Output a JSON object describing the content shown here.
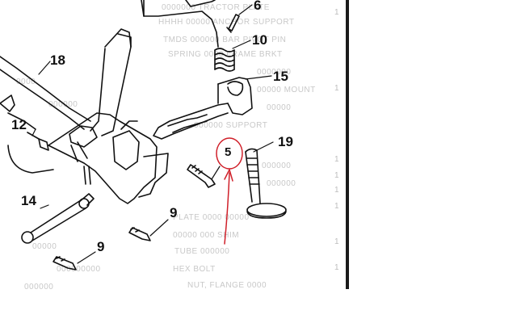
{
  "callouts": {
    "n6": "6",
    "n10": "10",
    "n15": "15",
    "n18": "18",
    "n12": "12",
    "n5": "5",
    "n19": "19",
    "n14": "14",
    "n9a": "9",
    "n9b": "9"
  },
  "annotation": {
    "circle_color": "#d0202a",
    "circled_label": "5"
  }
}
